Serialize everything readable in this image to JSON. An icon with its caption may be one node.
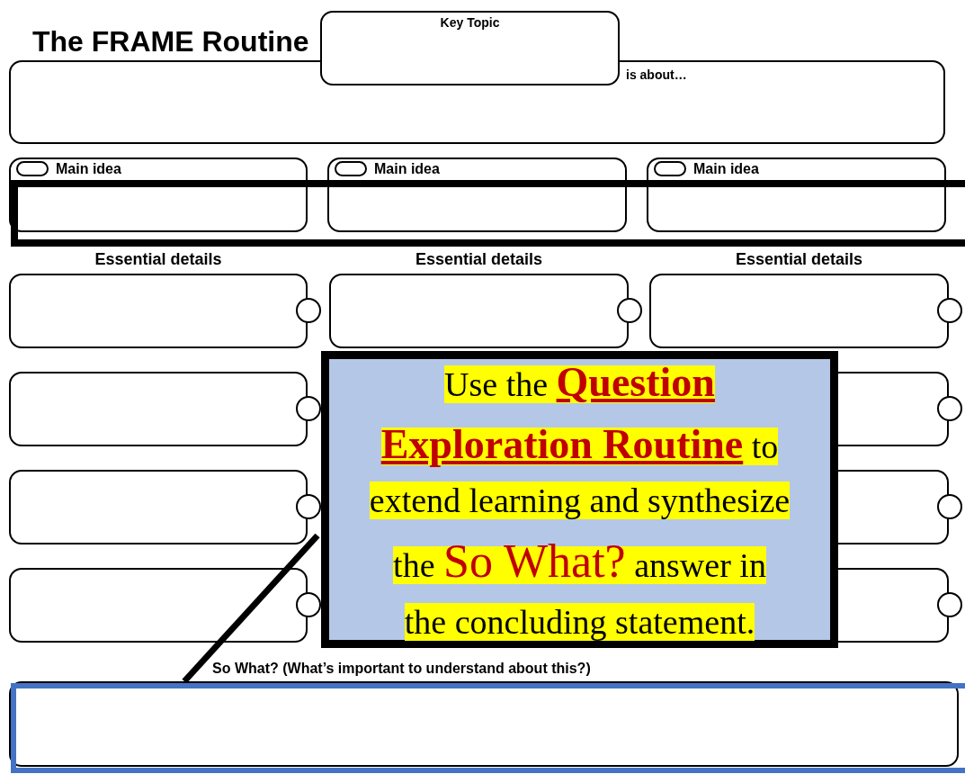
{
  "diagram": {
    "title": "The FRAME Routine",
    "nodes": [
      {
        "text": [
          "Key Topic"
        ]
      },
      {
        "text": [
          "is about…"
        ]
      },
      {
        "text": [
          "Main idea"
        ]
      },
      {
        "text": [
          "Main idea"
        ]
      },
      {
        "text": [
          "Main idea"
        ]
      },
      {
        "text": [
          "Essential details"
        ]
      },
      {
        "text": [],
        "shape": "box"
      },
      {
        "text": [],
        "shape": "box"
      },
      {
        "text": [],
        "shape": "box"
      },
      {
        "text": [
          "Essential details"
        ]
      },
      {
        "text": [
          "Essential details"
        ]
      },
      {
        "text": [],
        "shape": "box"
      },
      {
        "text": [],
        "shape": "box"
      },
      {
        "text": [],
        "shape": "box"
      },
      {
        "text": [
          "Use the **Question Exploration Routine** to extend learning and synthesize the *So What?* answer in the concluding statement."
        ]
      },
      {
        "text": [
          "So What? (What’s important to understand about this?)"
        ]
      }
    ],
    "edges": [
      {
        "from": 14,
        "to": 15,
        "arrow": "none"
      }
    ]
  }
}
